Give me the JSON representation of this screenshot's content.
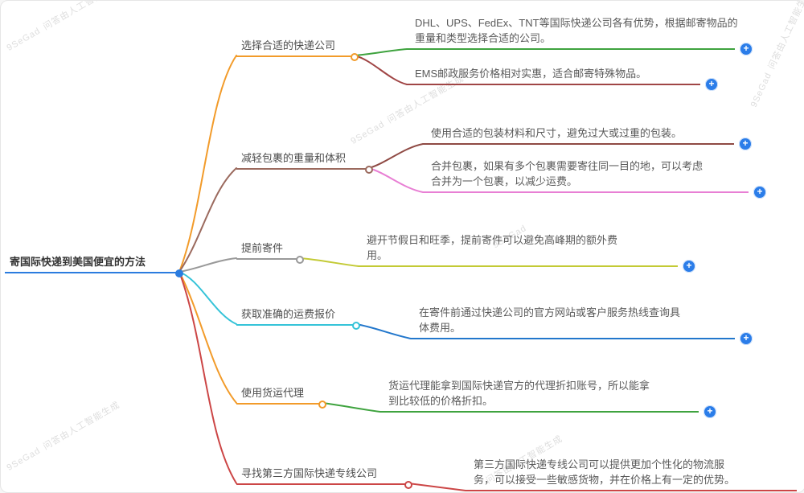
{
  "root": {
    "label": "寄国际快递到美国便宜的方法"
  },
  "branches": [
    {
      "label": "选择合适的快递公司",
      "color": "#f29b2a",
      "leaves": [
        {
          "text": "DHL、UPS、FedEx、TNT等国际快递公司各有优势，根据邮寄物品的重量和类型选择合适的公司。",
          "color": "#3fa33f"
        },
        {
          "text": "EMS邮政服务价格相对实惠，适合邮寄特殊物品。",
          "color": "#a04545"
        }
      ]
    },
    {
      "label": "减轻包裹的重量和体积",
      "color": "#9b6a5e",
      "leaves": [
        {
          "text": "使用合适的包装材料和尺寸，避免过大或过重的包装。",
          "color": "#8f4a44"
        },
        {
          "text": "合并包裹，如果有多个包裹需要寄往同一目的地，可以考虑合并为一个包裹，以减少运费。",
          "color": "#e87fd4"
        }
      ]
    },
    {
      "label": "提前寄件",
      "color": "#999999",
      "leaves": [
        {
          "text": "避开节假日和旺季，提前寄件可以避免高峰期的额外费用。",
          "color": "#c3ca35"
        }
      ]
    },
    {
      "label": "获取准确的运费报价",
      "color": "#35c3d8",
      "leaves": [
        {
          "text": "在寄件前通过快递公司的官方网站或客户服务热线查询具体费用。",
          "color": "#2277cc"
        }
      ]
    },
    {
      "label": "使用货运代理",
      "color": "#f29b2a",
      "leaves": [
        {
          "text": "货运代理能拿到国际快递官方的代理折扣账号，所以能拿到比较低的价格折扣。",
          "color": "#3fa33f"
        }
      ]
    },
    {
      "label": "寻找第三方国际快递专线公司",
      "color": "#cc4646",
      "leaves": [
        {
          "text": "第三方国际快递专线公司可以提供更加个性化的物流服务，可以接受一些敏感货物，并在价格上有一定的优势。",
          "color": "#cc4646"
        }
      ]
    }
  ],
  "expand_icon": {
    "label": "+"
  },
  "watermark": {
    "brand": "9SeGad",
    "caption": "问答由人工智能生成"
  },
  "colors": {
    "root_accent": "#2b7cdf",
    "expand_button": "#2b7de9",
    "background": "#ffffff"
  }
}
